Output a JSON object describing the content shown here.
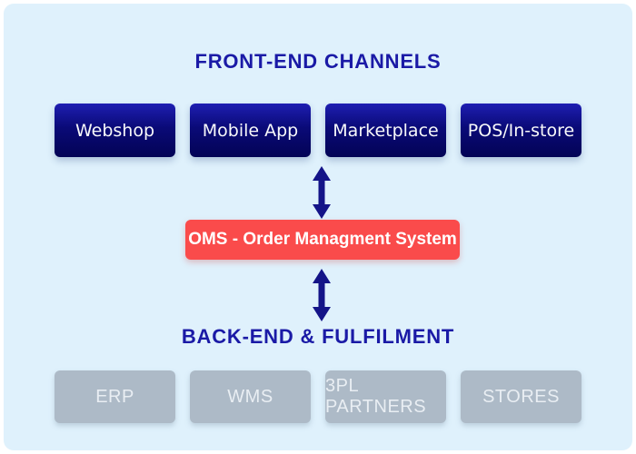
{
  "page": {
    "background": "#ffffff",
    "panel_background": "#dff1fc"
  },
  "front_end": {
    "title": "FRONT-END CHANNELS",
    "channels": [
      {
        "label": "Webshop"
      },
      {
        "label": "Mobile App"
      },
      {
        "label": "Marketplace"
      },
      {
        "label": "POS/In-store"
      }
    ]
  },
  "oms": {
    "label": "OMS - Order Managment System",
    "background": "#fa4b4b"
  },
  "back_end": {
    "title": "BACK-END & FULFILMENT",
    "systems": [
      {
        "label": "ERP"
      },
      {
        "label": "WMS"
      },
      {
        "label": "3PL PARTNERS"
      },
      {
        "label": "STORES"
      }
    ]
  },
  "icons": {
    "arrow_between_channels_and_oms": "vertical-double-arrow",
    "arrow_between_oms_and_backend": "vertical-double-arrow"
  },
  "colors": {
    "title_text": "#1a1aa6",
    "channel_box_gradient_top": "#1e1eb2",
    "channel_box_gradient_bottom": "#030355",
    "channel_box_text": "#f7f8fa",
    "arrow": "#141488",
    "system_box": "#adbac7",
    "system_box_text": "#e9eef3",
    "oms_text": "#ffffff"
  }
}
